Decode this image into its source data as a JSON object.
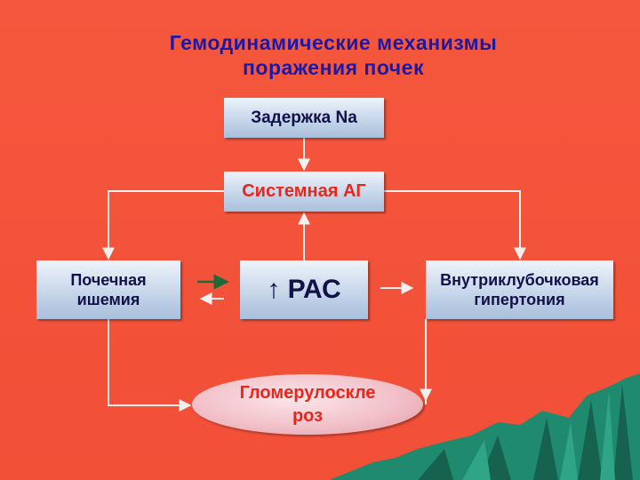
{
  "slide": {
    "title_line1": "Гемодинамические механизмы",
    "title_line2": "поражения почек"
  },
  "nodes": {
    "sodium_retention": "Задержка Na",
    "systemic_hypertension": "Системная АГ",
    "renal_ischemia": "Почечная ишемия",
    "ras": "↑ РАС",
    "intraglomerular_hypertension": "Внутриклубочковая гипертония",
    "glomerulosclerosis": "Гломерулосклероз"
  },
  "colors": {
    "background": "#f4523a",
    "title": "#1a1aa8",
    "node_text": "#12124a",
    "accent_text": "#e8261a",
    "connector": "#f0f0f0",
    "green_arrow": "#1c6b3a",
    "mountain": "#1f8a6e"
  }
}
